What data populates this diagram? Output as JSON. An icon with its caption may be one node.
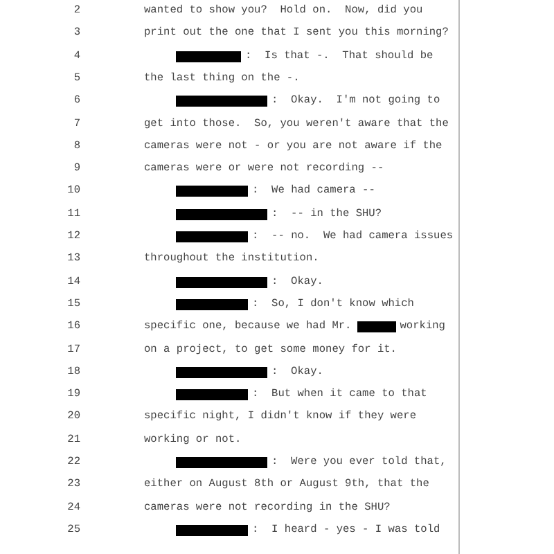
{
  "diagram": {
    "labels": [
      "2",
      "wanted to show you?  Hold on.  Now, did you",
      "3",
      "print out the one that I sent you this morning?",
      "4",
      ":  Is that -.  That should be",
      "5",
      "the last thing on the -.",
      "6",
      ":  Okay.  I'm not going to",
      "7",
      "get into those.  So, you weren't aware that the",
      "8",
      "cameras were not - or you are not aware if the",
      "9",
      "cameras were or were not recording --",
      "10",
      ":  We had camera --",
      "11",
      ":  -- in the SHU?",
      "12",
      ":  -- no.  We had camera issues",
      "13",
      "throughout the institution.",
      "14",
      ":  Okay.",
      "15",
      ":  So, I don't know which",
      "16",
      "specific one, because we had Mr.",
      "working",
      "17",
      "on a project, to get some money for it.",
      "18",
      ":  Okay.",
      "19",
      ":  But when it came to that",
      "20",
      "specific night, I didn't know if they were",
      "21",
      "working or not.",
      "22",
      ":  Were you ever told that,",
      "23",
      "either on August 8th or August 9th, that the",
      "24",
      "cameras were not recording in the SHU?",
      "25",
      ":  I heard - yes - I was told"
    ]
  }
}
